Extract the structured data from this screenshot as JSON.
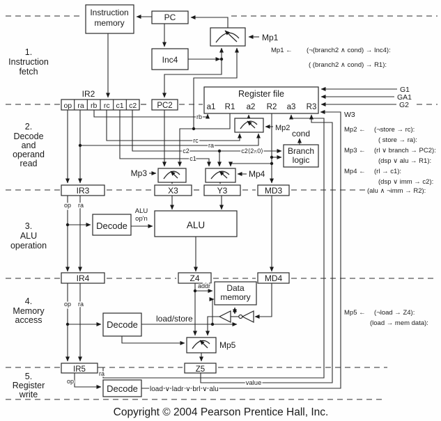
{
  "stages": [
    {
      "lines": [
        "1.",
        "Instruction",
        "fetch"
      ]
    },
    {
      "lines": [
        "2.",
        "Decode",
        "and",
        "operand",
        "read"
      ]
    },
    {
      "lines": [
        "3.",
        "ALU",
        "operation"
      ]
    },
    {
      "lines": [
        "4.",
        "Memory",
        "access"
      ]
    },
    {
      "lines": [
        "5.",
        "Register",
        "write"
      ]
    }
  ],
  "boxes": {
    "instruction_memory": {
      "line1": "Instruction",
      "line2": "memory"
    },
    "pc": "PC",
    "inc4": "Inc4",
    "ir2_label": "IR2",
    "ir2_fields": [
      "op",
      "ra",
      "rb",
      "rc",
      "c1",
      "c2"
    ],
    "pc2": "PC2",
    "register_file": {
      "title": "Register file",
      "ports": [
        "a1",
        "R1",
        "a2",
        "R2",
        "a3",
        "R3"
      ]
    },
    "branch_logic": {
      "line1": "Branch",
      "line2": "logic"
    },
    "ir3": "IR3",
    "x3": "X3",
    "y3": "Y3",
    "md3": "MD3",
    "decode3": "Decode",
    "alu": "ALU",
    "ir4": "IR4",
    "z4": "Z4",
    "md4": "MD4",
    "data_memory": {
      "line1": "Data",
      "line2": "memory"
    },
    "decode4": "Decode",
    "ir5": "IR5",
    "z5": "Z5",
    "decode5": "Decode"
  },
  "muxes": {
    "mp1": "Mp1",
    "mp2": "Mp2",
    "mp3": "Mp3",
    "mp4": "Mp4",
    "mp5": "Mp5"
  },
  "rf_inputs": {
    "g1": "G1",
    "ga1": "GA1",
    "g2": "G2",
    "w3": "W3"
  },
  "wire_labels": {
    "rb": "rb",
    "rc": "rc",
    "ra": "ra",
    "c2": "c2",
    "c2_bits": "c2⟨2..0⟩",
    "c1": "c1",
    "cond": "cond",
    "ir3_op": "op",
    "ir3_ra": "ra",
    "alu_op_line1": "ALU",
    "alu_op_line2": "op'n",
    "ir4_op": "op",
    "ir4_ra": "ra",
    "addr": "addr",
    "load_store": "load/store",
    "ir5_ra": "ra",
    "ir5_op": "op",
    "value": "value",
    "w3_expr": "load ∨ ladr ∨ brl ∨ alu"
  },
  "annotations": {
    "mp1": {
      "label": "Mp1 ←",
      "lines": [
        "(¬(branch2 ∧ cond)  → Inc4):",
        "(  (branch2 ∧ cond)  → R1):"
      ]
    },
    "mp2": {
      "label": "Mp2 ←",
      "lines": [
        "(¬store → rc):",
        "( store → ra):"
      ]
    },
    "mp3": {
      "label": "Mp3 ←",
      "lines": [
        "(rl ∨ branch → PC2):",
        "(dsp ∨ alu → R1):"
      ]
    },
    "mp4": {
      "label": "Mp4 ←",
      "lines": [
        "(rl → c1):",
        "(dsp ∨ imm → c2):",
        "(alu ∧ ¬imm  → R2):"
      ]
    },
    "mp5": {
      "label": "Mp5 ←",
      "lines": [
        "(¬load  → Z4):",
        "(load  → mem data):"
      ]
    }
  },
  "copyright": "Copyright © 2004 Pearson Prentice Hall, Inc."
}
